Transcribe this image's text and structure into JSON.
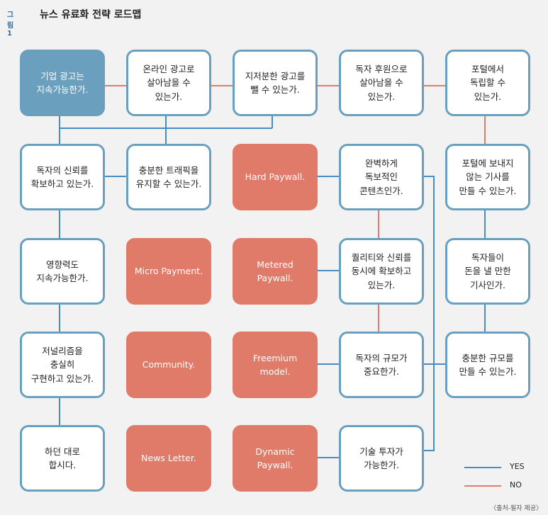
{
  "header": {
    "figure_label": "그림1",
    "title": "뉴스 유료화 전략 로드맵"
  },
  "nodes": {
    "n1": "기업 광고는\n지속가능한가.",
    "n2": "온라인 광고로\n살아남을 수\n있는가.",
    "n3": "지저분한 광고를\n뺄 수 있는가.",
    "n4": "독자 후원으로\n살아남을 수\n있는가.",
    "n5": "포털에서\n독립할 수\n있는가.",
    "n6": "독자의 신뢰를\n확보하고 있는가.",
    "n7": "충분한 트래픽을\n유지할 수 있는가.",
    "n8": "Hard Paywall.",
    "n9": "완벽하게\n독보적인\n콘텐츠인가.",
    "n10": "포털에 보내지\n않는 기사를\n만들 수 있는가.",
    "n11": "영향력도\n지속가능한가.",
    "n12": "Micro Payment.",
    "n13": "Metered\nPaywall.",
    "n14": "퀄리티와 신뢰를\n동시에 확보하고\n있는가.",
    "n15": "독자들이\n돈을 낼 만한\n기사인가.",
    "n16": "저널리즘을\n충실히\n구현하고 있는가.",
    "n17": "Community.",
    "n18": "Freemium\nmodel.",
    "n19": "독자의 규모가\n중요한가.",
    "n20": "충분한 규모를\n만들 수 있는가.",
    "n21": "하던 대로\n합시다.",
    "n22": "News Letter.",
    "n23": "Dynamic\nPaywall.",
    "n24": "기술 투자가\n가능한가."
  },
  "colors": {
    "yes": "#4a8cbf",
    "no": "#e07a69",
    "question_border": "#6aa0bf",
    "start_fill": "#6b9fbe",
    "outcome_fill": "#e07a69"
  },
  "legend": {
    "yes_label": "YES",
    "no_label": "NO"
  },
  "source": "〈출처-필자 제공〉"
}
